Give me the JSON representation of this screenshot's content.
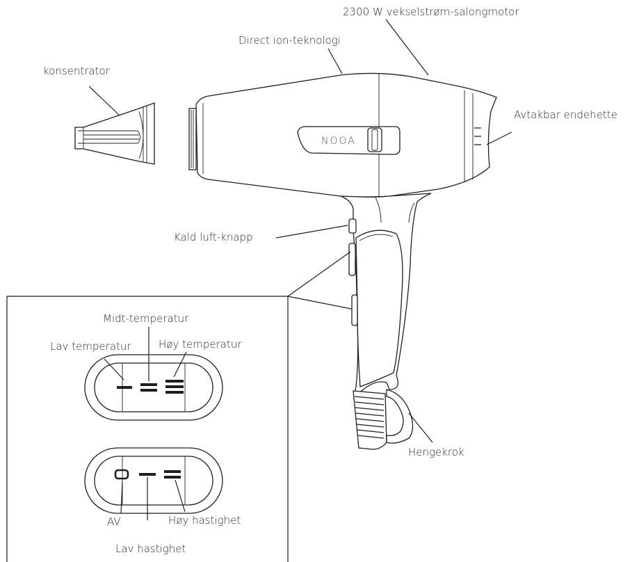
{
  "labels": {
    "motor": "2300 W vekselstrøm-salongmotor",
    "ion": "Direct ion-teknologi",
    "concentrator": "konsentrator",
    "end_cap": "Avtakbar endehette",
    "cold_button": "Kald luft-knapp",
    "hang_hook": "Hengekrok",
    "brand": "NOOA"
  },
  "temperature_panel": {
    "low": "Lav temperatur",
    "mid": "Midt-temperatur",
    "high": "Høy temperatur"
  },
  "speed_panel": {
    "off": "AV",
    "low": "Lav hastighet",
    "high": "Høy hastighet"
  },
  "colors": {
    "line": "#1e1e1e",
    "text": "#2b2b2b",
    "background": "#ffffff"
  }
}
